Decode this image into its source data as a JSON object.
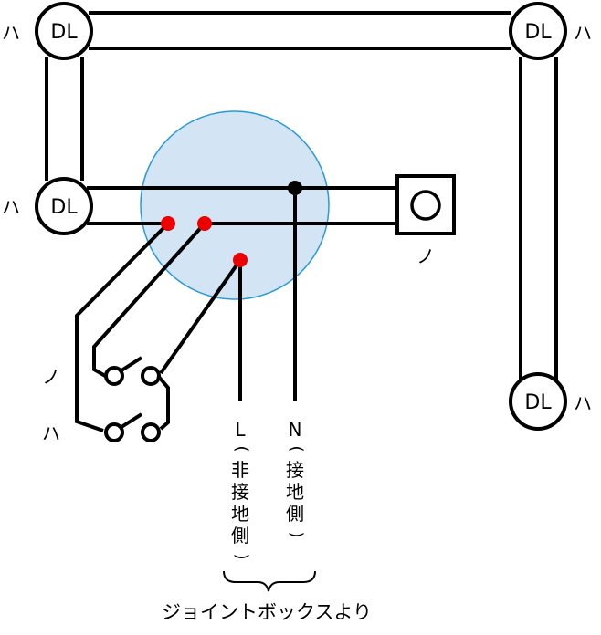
{
  "diagram": {
    "title": "",
    "colors": {
      "wire": "#000000",
      "junction_box_fill": "#d3e4f5",
      "junction_box_stroke": "#2a9bd8",
      "red_connection": "#ee0000",
      "black_connection": "#000000"
    },
    "lights": [
      {
        "id": "dl-top-left",
        "symbol": "DL",
        "switch_label": "ハ"
      },
      {
        "id": "dl-top-right",
        "symbol": "DL",
        "switch_label": "ハ"
      },
      {
        "id": "dl-mid-left",
        "symbol": "DL",
        "switch_label": "ハ"
      },
      {
        "id": "dl-bottom-right",
        "symbol": "DL",
        "switch_label": "ハ"
      }
    ],
    "outlet": {
      "symbol": "○",
      "switch_label": "ノ"
    },
    "switches": [
      {
        "id": "switch-no",
        "label": "ノ"
      },
      {
        "id": "switch-ha",
        "label": "ハ"
      }
    ],
    "supply": {
      "L": {
        "letter": "L",
        "open": "(",
        "chars": [
          "非",
          "接",
          "地",
          "側"
        ],
        "close": ")"
      },
      "N": {
        "letter": "N",
        "open": "(",
        "chars": [
          "接",
          "地",
          "側"
        ],
        "close": ")"
      },
      "caption": "ジョイントボックスより"
    }
  }
}
